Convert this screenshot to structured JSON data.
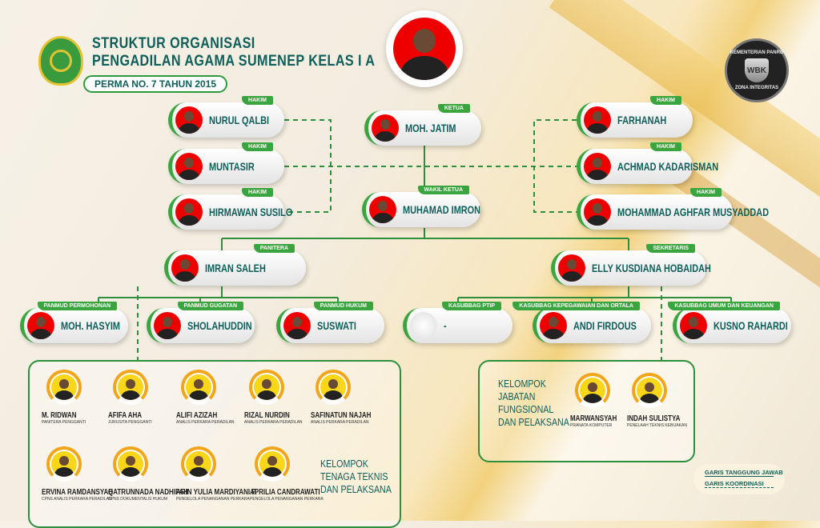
{
  "header": {
    "title_line1": "STRUKTUR ORGANISASI",
    "title_line2": "PENGADILAN AGAMA SUMENEP KELAS I A",
    "subtitle": "PERMA NO. 7 TAHUN 2015",
    "wbk_text_top": "KEMENTERIAN PANRB",
    "wbk_text_bottom": "ZONA INTEGRITAS",
    "wbk_shield": "WBK"
  },
  "colors": {
    "primary_green": "#3aa53e",
    "text_teal": "#0e5e5a",
    "accent_orange": "#f1a51b"
  },
  "cards": [
    {
      "id": "ketua",
      "role": "KETUA",
      "name": "MOH. JATIM"
    },
    {
      "id": "h1",
      "role": "HAKIM",
      "name": "NURUL QALBI"
    },
    {
      "id": "h2",
      "role": "HAKIM",
      "name": "MUNTASIR"
    },
    {
      "id": "h3",
      "role": "HAKIM",
      "name": "HIRMAWAN SUSILO"
    },
    {
      "id": "h4",
      "role": "HAKIM",
      "name": "FARHANAH"
    },
    {
      "id": "h5",
      "role": "HAKIM",
      "name": "ACHMAD KADARISMAN"
    },
    {
      "id": "h6",
      "role": "HAKIM",
      "name": "MOHAMMAD AGHFAR MUSYADDAD"
    },
    {
      "id": "wakil",
      "role": "WAKIL KETUA",
      "name": "MUHAMAD IMRON"
    },
    {
      "id": "panitera",
      "role": "PANITERA",
      "name": "IMRAN SALEH"
    },
    {
      "id": "sekretaris",
      "role": "SEKRETARIS",
      "name": "ELLY KUSDIANA HOBAIDAH"
    },
    {
      "id": "pm1",
      "role": "PANMUD PERMOHONAN",
      "name": "MOH. HASYIM"
    },
    {
      "id": "pm2",
      "role": "PANMUD GUGATAN",
      "name": "SHOLAHUDDIN"
    },
    {
      "id": "pm3",
      "role": "PANMUD HUKUM",
      "name": "SUSWATI"
    },
    {
      "id": "ks1",
      "role": "KASUBBAG PTIP",
      "name": "-"
    },
    {
      "id": "ks2",
      "role": "KASUBBAG KEPEGAWAIAN DAN ORTALA",
      "name": "ANDI FIRDOUS"
    },
    {
      "id": "ks3",
      "role": "KASUBBAG UMUM DAN KEUANGAN",
      "name": "KUSNO RAHARDI"
    }
  ],
  "teknis": {
    "label": [
      "KELOMPOK",
      "TENAGA TEKNIS",
      "DAN PELAKSANA"
    ],
    "people": [
      {
        "name": "M. RIDWAN",
        "role": "PANITERA PENGGANTI"
      },
      {
        "name": "AFIFA AHA",
        "role": "JURUSITA PENGGANTI"
      },
      {
        "name": "ALIFI AZIZAH",
        "role": "ANALIS PERKARA PERADILAN"
      },
      {
        "name": "RIZAL NURDIN",
        "role": "ANALIS PERKARA PERADILAN"
      },
      {
        "name": "SAFINATUN NAJAH",
        "role": "ANALIS PERKARA PERADILAN"
      },
      {
        "name": "ERVINA RAMDANSYAH",
        "role": "CPNS ANALIS PERKARA PERADILAN"
      },
      {
        "name": "QATRUNNADA NADHIFAH",
        "role": "CPNS DOKUMENTALIS HUKUM"
      },
      {
        "name": "ARIN YULIA MARDIYANI P.",
        "role": "PENGELOLA PENANGANAN PERKARA"
      },
      {
        "name": "APRILIA CANDRAWATI",
        "role": "PENGELOLA PENANGANAN PERKARA"
      }
    ]
  },
  "fungsional": {
    "label": [
      "KELOMPOK",
      "JABATAN",
      "FUNGSIONAL",
      "DAN PELAKSANA"
    ],
    "people": [
      {
        "name": "MARWANSYAH",
        "role": "PRANATA KOMPUTER"
      },
      {
        "name": "INDAH SULISTYA",
        "role": "PENELAAH TEKNIS KEBIJAKAN"
      }
    ]
  },
  "legend": {
    "solid": "GARIS TANGGUNG JAWAB",
    "dashed": "GARIS KOORDINASI"
  }
}
